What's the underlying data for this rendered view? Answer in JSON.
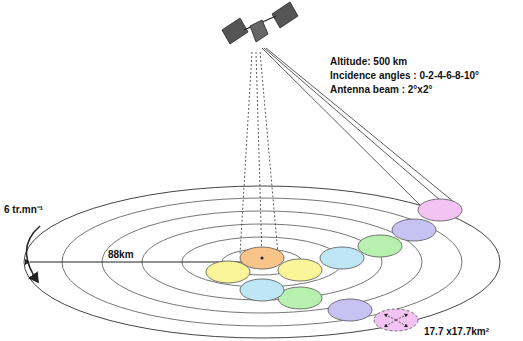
{
  "diagram": {
    "labels": [
      "Altitude: 500 km",
      "Incidence angles : 0-2-4-6-8-10°",
      "Antenna beam : 2°x2°",
      "6 tr.mn⁻¹",
      "88km",
      "17.7 x17.7km²"
    ]
  }
}
